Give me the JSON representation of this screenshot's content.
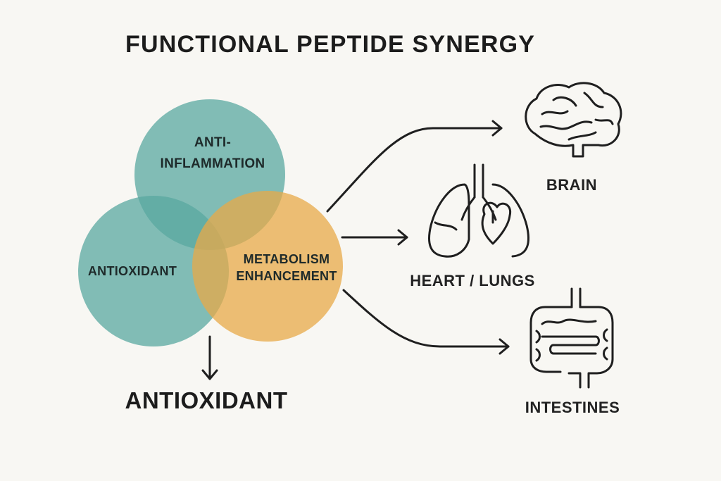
{
  "title": "FUNCTIONAL PEPTIDE SYNERGY",
  "colors": {
    "teal": "#5aa8a0",
    "orange": "#e8a948",
    "line": "#1f1f1f",
    "background": "#f8f7f3"
  },
  "circles": {
    "top": {
      "label_line1": "ANTI-",
      "label_line2": "INFLAMMATION"
    },
    "left": {
      "label": "ANTIOXIDANT"
    },
    "right": {
      "label_line1": "METABOLISM",
      "label_line2": "ENHANCEMENT"
    }
  },
  "organs": {
    "brain": {
      "label": "BRAIN",
      "icon": "brain-icon"
    },
    "heart_lungs": {
      "label": "HEART / LUNGS",
      "icon": "heart-lungs-icon"
    },
    "intestines": {
      "label": "INTESTINES",
      "icon": "intestines-icon"
    }
  },
  "bottom_label": "ANTIOXIDANT"
}
